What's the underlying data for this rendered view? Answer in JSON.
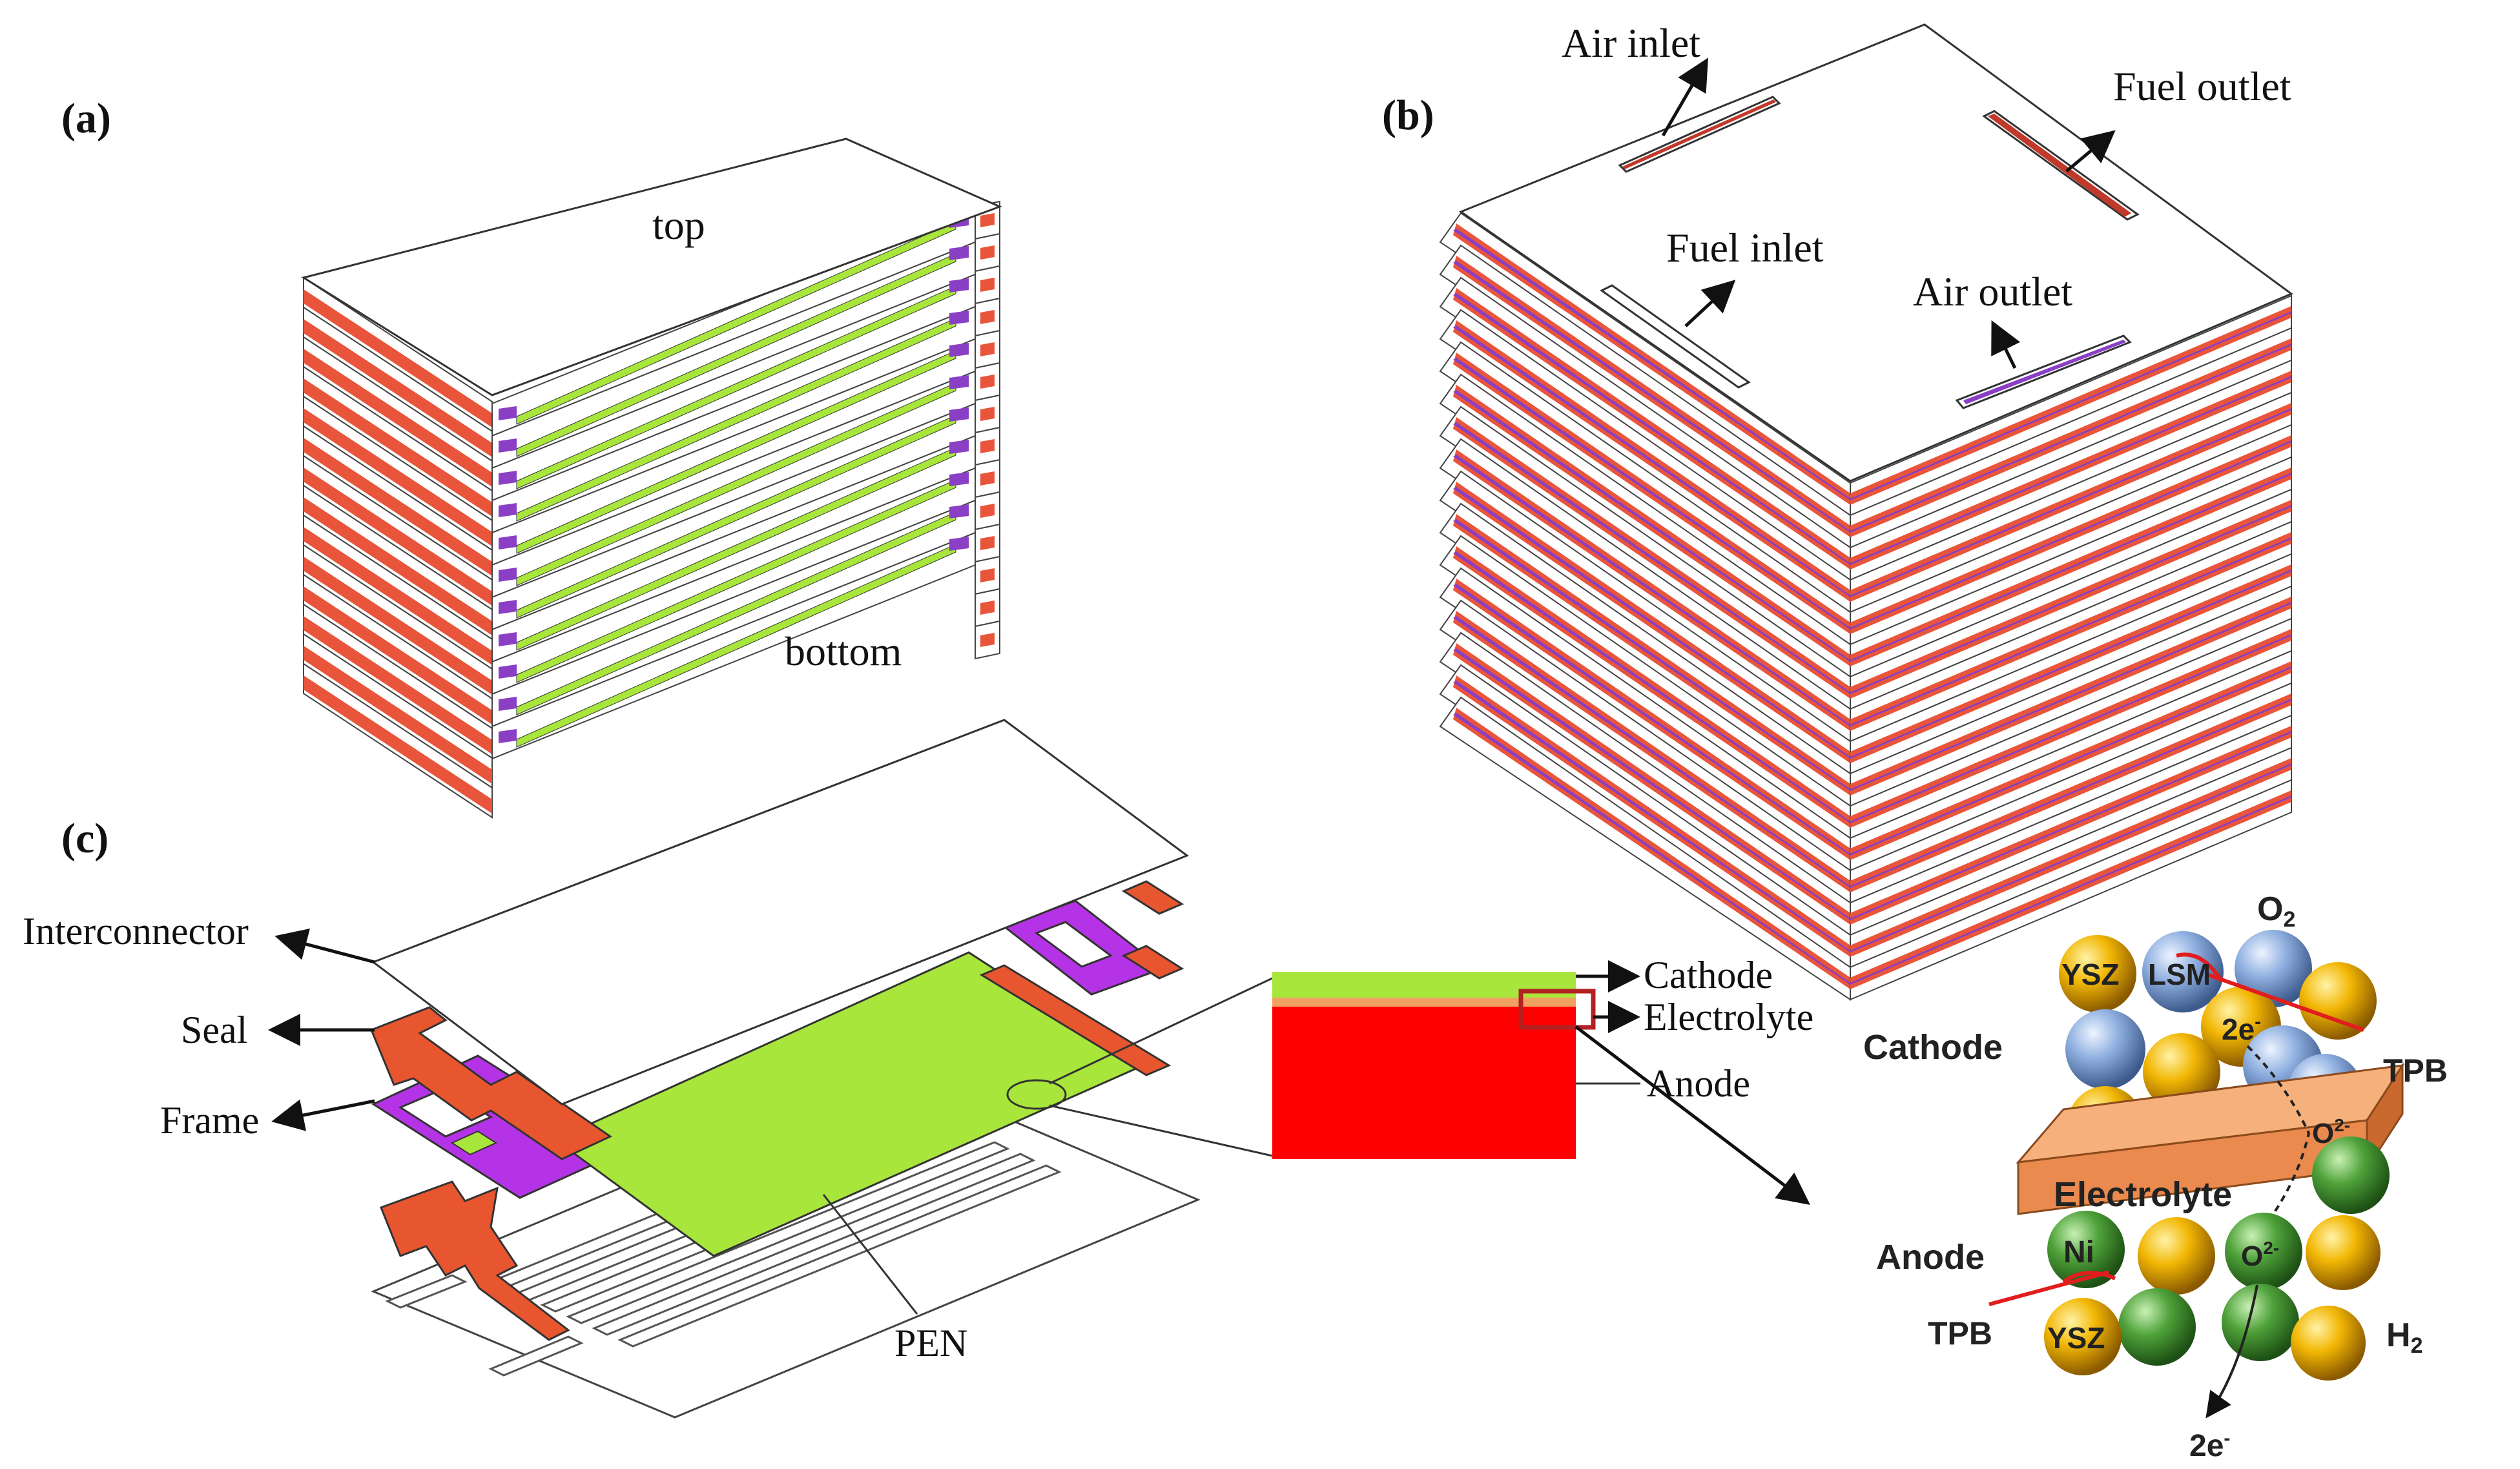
{
  "panels": {
    "a": {
      "label": "(a)",
      "top_label": "top",
      "bottom_label": "bottom"
    },
    "b": {
      "label": "(b)",
      "air_inlet": "Air inlet",
      "fuel_outlet": "Fuel outlet",
      "fuel_inlet": "Fuel inlet",
      "air_outlet": "Air outlet"
    },
    "c": {
      "label": "(c)",
      "interconnector": "Interconnector",
      "seal": "Seal",
      "frame": "Frame",
      "pen": "PEN",
      "cathode_layer": "Cathode",
      "electrolyte_layer": "Electrolyte",
      "anode_layer": "Anode"
    },
    "micro": {
      "o2": "O",
      "o2_sub": "2",
      "h2": "H",
      "h2_sub": "2",
      "ysz_top": "YSZ",
      "lsm": "LSM",
      "two_e_top": "2e",
      "two_e_top_sup": "-",
      "cathode": "Cathode",
      "tpb_right": "TPB",
      "o2_minus_top": "O",
      "o2_minus_top_sup": "2-",
      "electrolyte": "Electrolyte",
      "anode": "Anode",
      "ni": "Ni",
      "o2_minus_low": "O",
      "o2_minus_low_sup": "2-",
      "tpb_left": "TPB",
      "ysz_low": "YSZ",
      "two_e_bottom": "2e",
      "two_e_bottom_sup": "-"
    }
  },
  "colors": {
    "stack_red": "#e8553a",
    "stack_purple": "#8a3fc4",
    "cathode_green": "#a8e63c",
    "frame_purple": "#b533e6",
    "seal_orange": "#e8562f",
    "anode_red": "#ff0000",
    "electrolyte_orange": "#f0a060",
    "electrolyte_slab": "#ea8a4e",
    "ysz_yellow": "#f2b705",
    "lsm_blue": "#8fb0e0",
    "ni_green": "#4fa23a",
    "tpb_red": "#e11d1d"
  }
}
